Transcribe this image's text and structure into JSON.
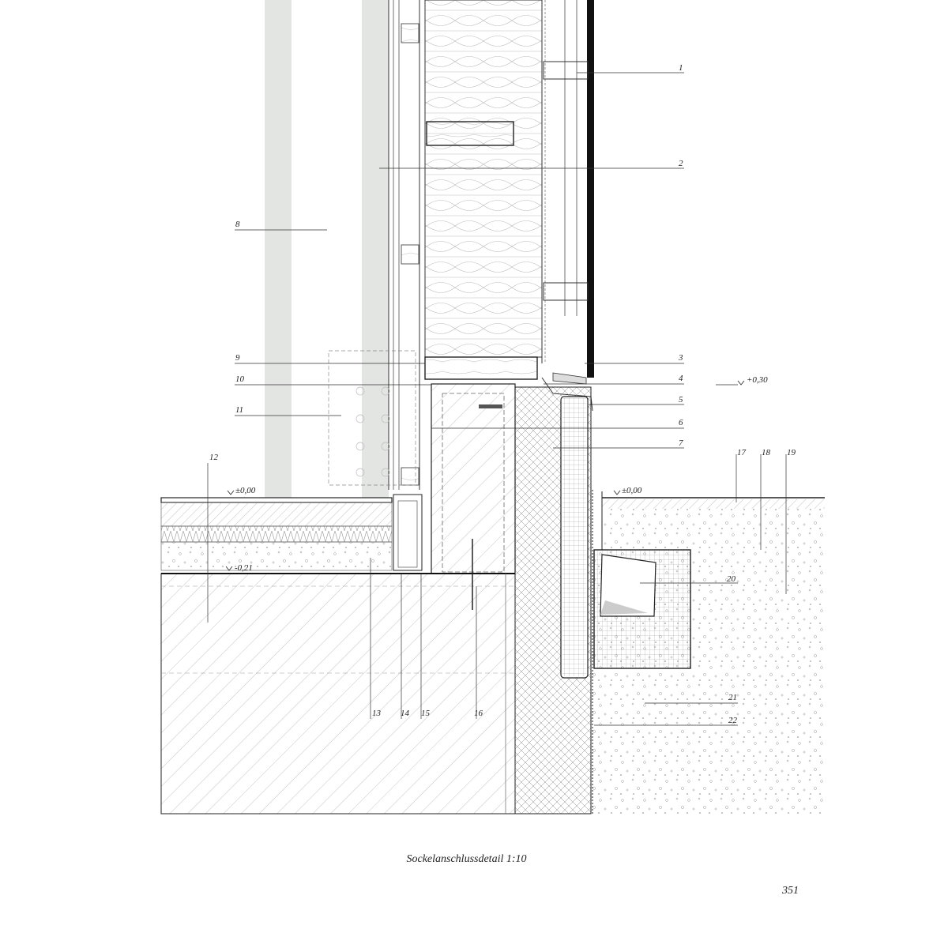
{
  "drawing": {
    "caption": "Sockelanschlussdetail 1:10",
    "page_number": "351",
    "callouts": [
      "1",
      "2",
      "3",
      "4",
      "5",
      "6",
      "7",
      "8",
      "9",
      "10",
      "11",
      "12",
      "13",
      "14",
      "15",
      "16",
      "17",
      "18",
      "19",
      "20",
      "21",
      "22"
    ],
    "levels": {
      "top": "+0,30",
      "floor_left": "±0,00",
      "floor_right": "±0,00",
      "slab": "-0,21"
    }
  }
}
